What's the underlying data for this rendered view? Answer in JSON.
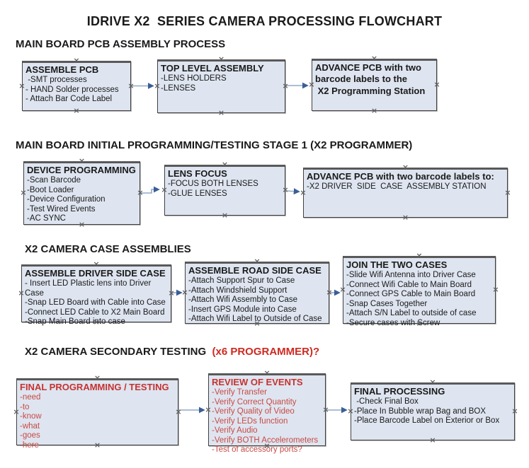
{
  "title": "IDRIVE X2  SERIES CAMERA PROCESSING FLOWCHART",
  "colors": {
    "text": "#1a1a1a",
    "box_fill": "#dee5f0",
    "box_border": "#404040",
    "box_border_top": "#595959",
    "arrow_line": "#8fa9c7",
    "arrow_head": "#3a5f96",
    "handle": "#5f5f5f",
    "red_heading": "#cd2a21",
    "red_title": "#c63230",
    "red_item": "#c84a45"
  },
  "sections": [
    {
      "heading": "MAIN BOARD PCB ASSEMBLY PROCESS",
      "boxes": [
        {
          "title": "ASSEMBLE PCB",
          "items": [
            " -SMT processes",
            "- HAND Solder processes",
            "- Attach Bar Code Label"
          ]
        },
        {
          "title": "TOP LEVEL ASSEMBLY",
          "items": [
            "-LENS HOLDERS",
            "-LENSES"
          ]
        },
        {
          "title": "ADVANCE PCB with two barcode labels to the",
          "items": [
            " X2 Programming Station"
          ]
        }
      ]
    },
    {
      "heading": "MAIN BOARD INITIAL PROGRAMMING/TESTING STAGE 1 (X2 PROGRAMMER)",
      "boxes": [
        {
          "title": "DEVICE PROGRAMMING",
          "items": [
            "-Scan Barcode",
            "-Boot Loader",
            "-Device Configuration",
            "-Test Wired Events",
            "-AC SYNC"
          ]
        },
        {
          "title": "LENS FOCUS",
          "items": [
            "-FOCUS BOTH LENSES",
            "-GLUE LENSES"
          ]
        },
        {
          "title": "ADVANCE PCB with two barcode labels to:",
          "items": [
            "-X2 DRIVER  SIDE  CASE  ASSEMBLY STATION"
          ]
        }
      ]
    },
    {
      "heading": "X2 CAMERA CASE ASSEMBLIES",
      "boxes": [
        {
          "title": "ASSEMBLE DRIVER SIDE CASE",
          "items": [
            "- Insert LED Plastic lens into Driver Case",
            "-Snap LED Board with Cable into Case",
            "-Connect LED Cable to X2 Main Board",
            "-Snap Main Board into case"
          ]
        },
        {
          "title": "ASSEMBLE ROAD SIDE CASE",
          "items": [
            "-Attach Support Spur to Case",
            "-Attach Windshield Support",
            "-Attach Wifi Assembly to Case",
            "-Insert GPS Module into Case",
            "-Attach Wifi Label to Outside of Case"
          ]
        },
        {
          "title": "JOIN THE TWO CASES",
          "items": [
            "-Slide Wifi Antenna into Driver Case",
            "-Connect Wifi Cable to Main Board",
            "-Connect GPS Cable to Main Board",
            "-Snap Cases Together",
            "-Attach S/N Label to outside of case",
            "-Secure cases with Screw"
          ]
        }
      ]
    },
    {
      "heading": "X2 CAMERA SECONDARY TESTING",
      "heading_red": "  (x6 PROGRAMMER)?",
      "boxes": [
        {
          "title": "FINAL PROGRAMMING / TESTING",
          "items": [
            "-need",
            "-to",
            "-know",
            "-what",
            "-goes",
            "-here"
          ]
        },
        {
          "title": "REVIEW OF EVENTS",
          "items": [
            "-Verify Transfer",
            "-Verify Correct Quantity",
            "-Verify Quality of Video",
            "-Verify LEDs function",
            "-Verify Audio",
            "-Verify BOTH Accelerometers",
            "-Test of accessory ports?"
          ]
        },
        {
          "title": "FINAL PROCESSING",
          "items": [
            " -Check Final Box",
            "-Place In Bubble wrap Bag and BOX",
            "-Place Barcode Label on Exterior or Box"
          ]
        }
      ]
    }
  ]
}
